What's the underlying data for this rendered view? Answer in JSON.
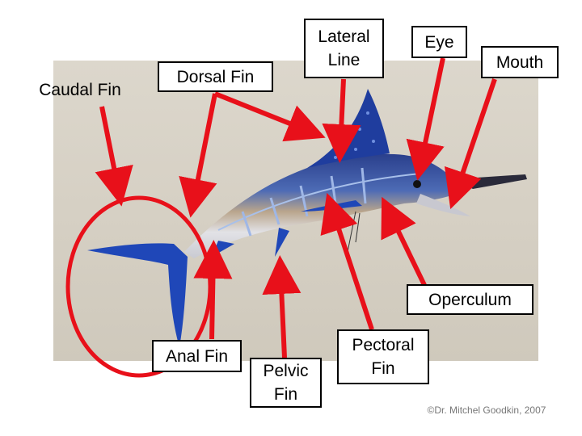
{
  "labels": {
    "caudal_fin": "Caudal Fin",
    "dorsal_fin": "Dorsal Fin",
    "lateral_line": "Lateral\nLine",
    "eye": "Eye",
    "mouth": "Mouth",
    "operculum": "Operculum",
    "anal_fin": "Anal Fin",
    "pelvic_fin": "Pelvic\nFin",
    "pectoral_fin": "Pectoral\nFin"
  },
  "copyright": "©Dr. Mitchel Goodkin, 2007",
  "colors": {
    "arrow": "#e8101a",
    "highlight_circle": "#e8101a",
    "fish_back": "#2b4fa8",
    "fish_belly": "#e6e6ea",
    "fin": "#1f47b8",
    "background_photo": "#d9d3c7"
  }
}
